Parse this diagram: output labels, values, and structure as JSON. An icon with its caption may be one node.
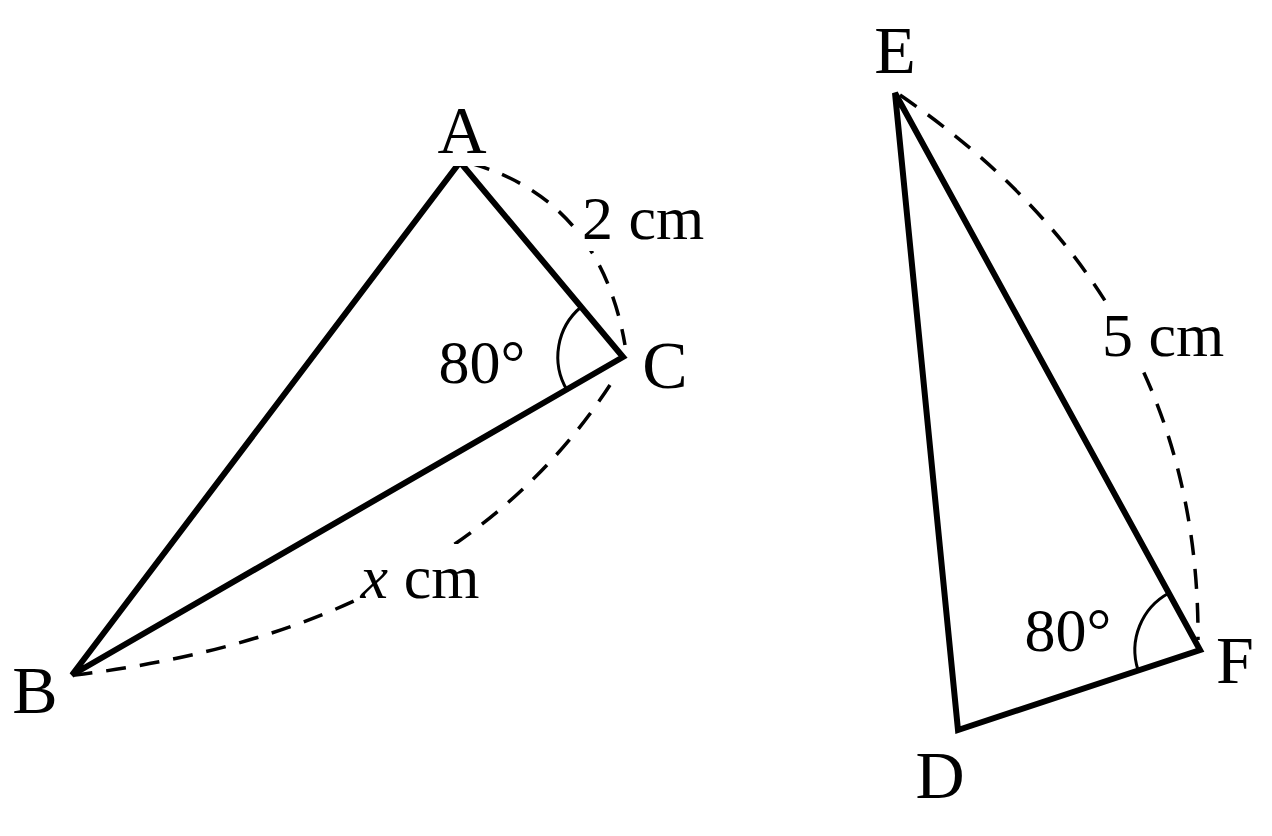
{
  "diagram": {
    "labels": [
      "A",
      "2 cm",
      "80°",
      "C",
      "B",
      "*x* cm",
      "E",
      "5 cm",
      "80°",
      "F",
      "D"
    ]
  }
}
